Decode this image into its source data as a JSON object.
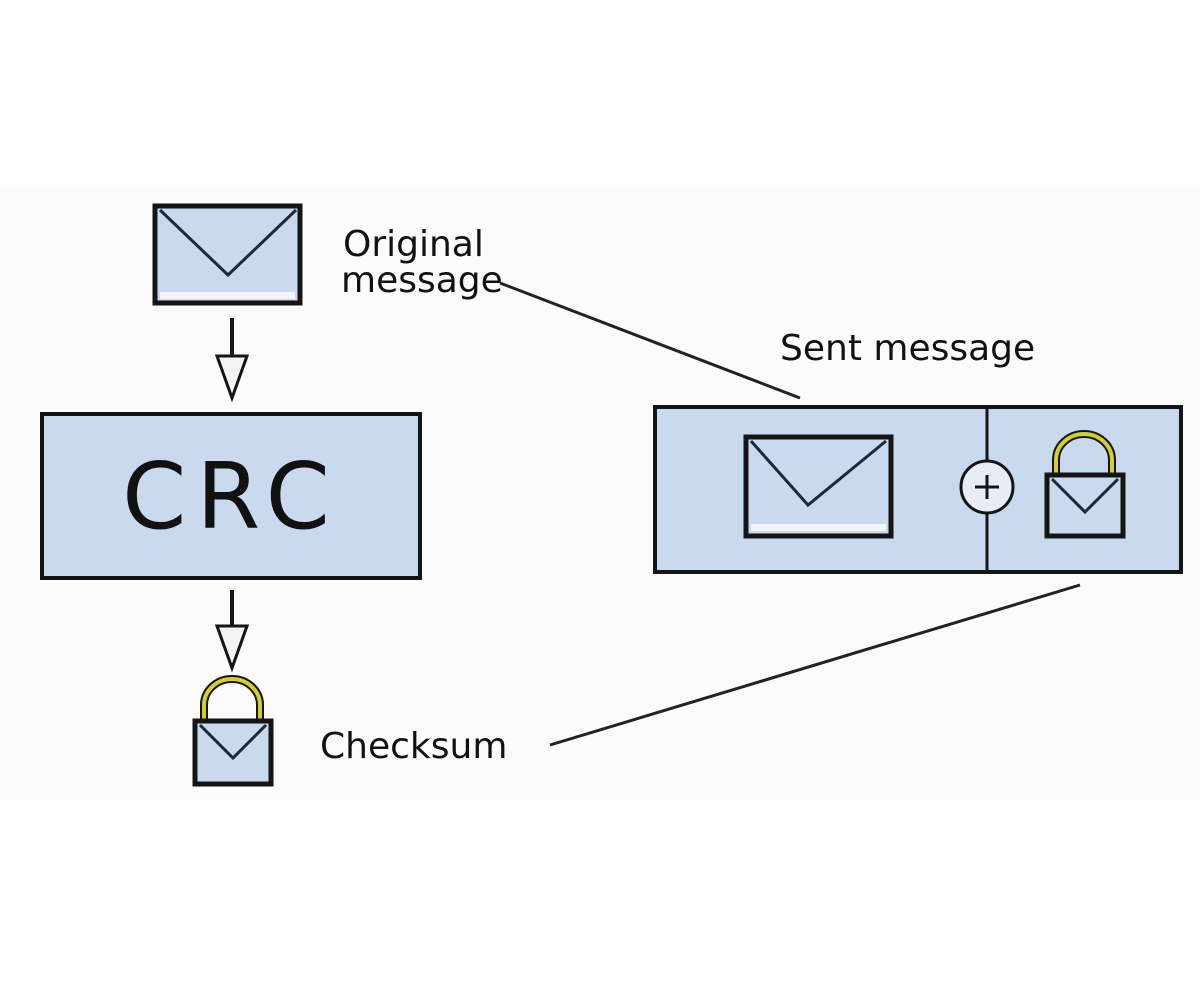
{
  "labels": {
    "original_line1": "Original",
    "original_line2": "message",
    "crc": "CRC",
    "checksum": "Checksum",
    "sent_message": "Sent message"
  },
  "colors": {
    "box_fill": "#c9d9ee",
    "stroke": "#151515",
    "shackle": "#c8c020",
    "background": "#fbfbfb"
  },
  "icons": [
    "envelope-icon",
    "arrow-down-icon",
    "lock-icon",
    "plus-circle-icon"
  ]
}
